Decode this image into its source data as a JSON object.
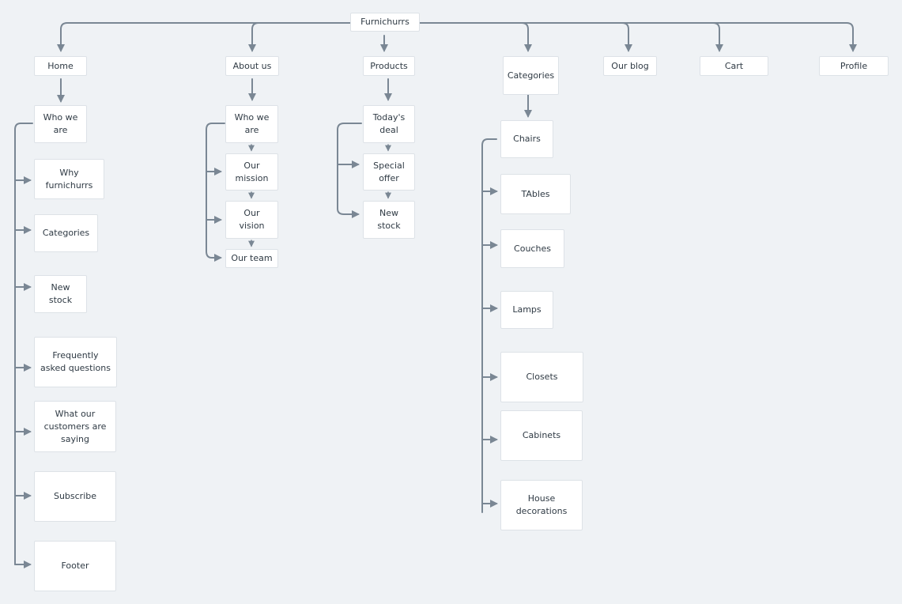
{
  "sitemap": {
    "root": "Furnichurrs",
    "sections": [
      {
        "id": "home",
        "label": "Home",
        "children": [
          "Who we\nare",
          "Why\nfurnichurrs",
          "Categories",
          "New\nstock",
          "Frequently\nasked questions",
          "What our\ncustomers are\nsaying",
          "Subscribe",
          "Footer"
        ]
      },
      {
        "id": "about",
        "label": "About us",
        "children": [
          "Who we\nare",
          "Our\nmission",
          "Our\nvision",
          "Our team"
        ]
      },
      {
        "id": "products",
        "label": "Products",
        "children": [
          "Today's\ndeal",
          "Special\noffer",
          "New\nstock"
        ]
      },
      {
        "id": "categories",
        "label": "Categories",
        "children": [
          "Chairs",
          "TAbles",
          "Couches",
          "Lamps",
          "Closets",
          "Cabinets",
          "House\ndecorations"
        ]
      },
      {
        "id": "blog",
        "label": "Our blog",
        "children": []
      },
      {
        "id": "cart",
        "label": "Cart",
        "children": []
      },
      {
        "id": "profile",
        "label": "Profile",
        "children": []
      }
    ]
  },
  "colors": {
    "background": "#eff2f5",
    "connector": "#7a8794",
    "node_fill": "#ffffff",
    "node_border": "#dde2e7",
    "text": "#2f3a44"
  }
}
